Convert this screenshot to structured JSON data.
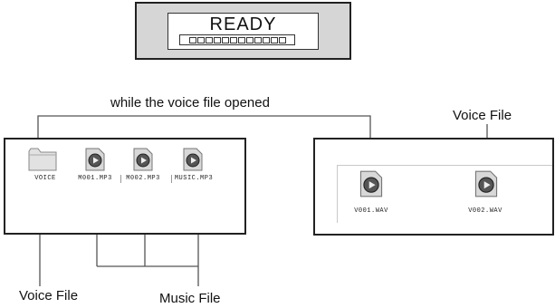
{
  "lcd": {
    "status_text": "READY",
    "progress_segments": 12
  },
  "left_window": {
    "files": [
      {
        "name": "VOICE",
        "icon": "folder-icon"
      },
      {
        "name": "M001.MP3",
        "icon": "audio-file-icon"
      },
      {
        "name": "M002.MP3",
        "icon": "audio-file-icon"
      },
      {
        "name": "MUSIC.MP3",
        "icon": "audio-file-icon"
      }
    ]
  },
  "right_window": {
    "files": [
      {
        "name": "V001.WAV",
        "icon": "audio-file-icon"
      },
      {
        "name": "V002.WAV",
        "icon": "audio-file-icon"
      }
    ]
  },
  "annotations": {
    "top_caption": "while the voice file opened",
    "voice_file_right": "Voice File",
    "voice_file_bottom": "Voice File",
    "music_file_bottom": "Music File"
  }
}
